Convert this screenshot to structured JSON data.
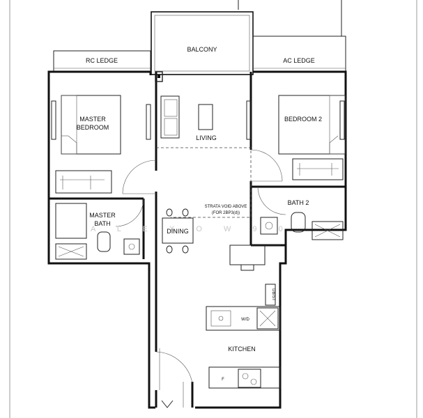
{
  "rooms": {
    "balcony": "BALCONY",
    "rc_ledge": "RC LEDGE",
    "ac_ledge": "AC LEDGE",
    "master_bedroom_line1": "MASTER",
    "master_bedroom_line2": "BEDROOM",
    "bedroom2": "BEDROOM 2",
    "living": "LIVING",
    "dining": "DINING",
    "master_bath_line1": "MASTER",
    "master_bath_line2": "BATH",
    "bath2": "BATH 2",
    "kitchen": "KITCHEN"
  },
  "annotations": {
    "strata_line1": "STRATA VOID ABOVE",
    "strata_line2": "(FOR 2BP3(d))",
    "dbst": "DB/ST",
    "wd": "W/D",
    "fridge": "F"
  },
  "watermark": "A L E X O W 9 0"
}
